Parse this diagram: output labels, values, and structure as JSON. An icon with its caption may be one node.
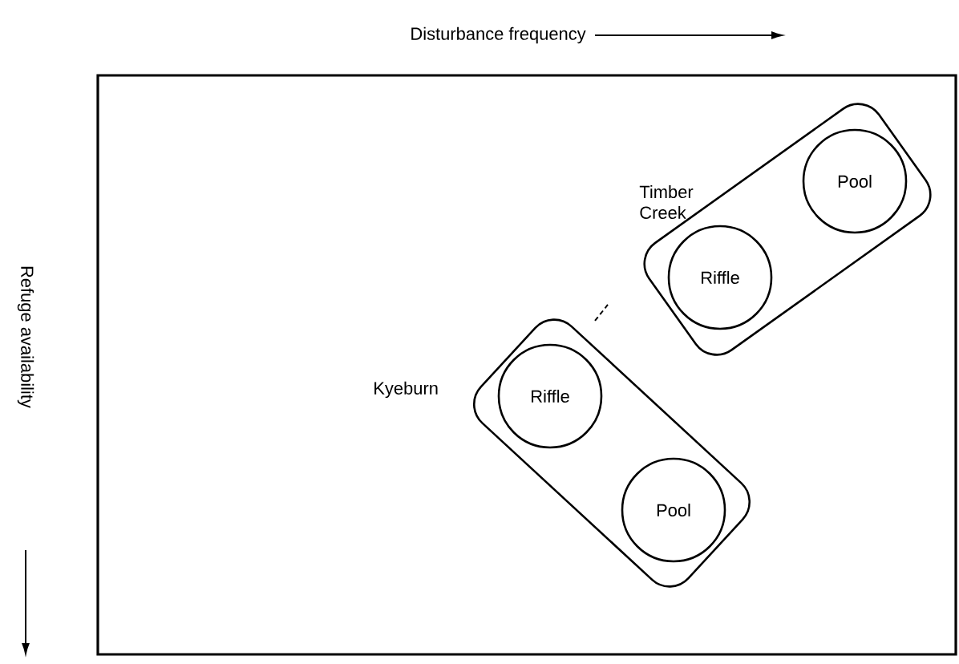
{
  "diagram": {
    "nodes": [
      {
        "text": [
          "Timber Creek"
        ]
      },
      {
        "text": [
          "Riffle"
        ],
        "in": 0
      },
      {
        "text": [
          "Pool"
        ],
        "in": 0
      },
      {
        "text": [
          "Kyeburn"
        ]
      },
      {
        "text": [
          "Riffle"
        ],
        "in": 3
      },
      {
        "text": [
          "Pool"
        ],
        "in": 3
      }
    ],
    "labels": [
      "Disturbance frequency",
      "Refuge availability"
    ]
  }
}
